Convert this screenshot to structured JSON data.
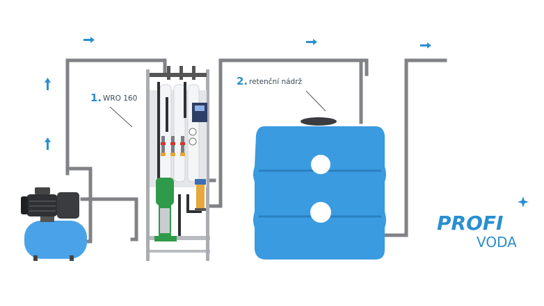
{
  "labels": {
    "unit_number": "1.",
    "unit_name": "WRO 160",
    "tank_number": "2.",
    "tank_name": "retenční nádrž"
  },
  "brand": {
    "line1": "PROFI",
    "line2": "VODA"
  },
  "colors": {
    "pipe": "#808285",
    "arrow": "#2a8fcf",
    "tank": "#3a9be0",
    "tank_dark": "#2a7fc0",
    "vessel": "#4aa3e8",
    "pump_green": "#2f9a4a",
    "brand": "#2a8fcf"
  },
  "icons": [
    "arrow-right-icon",
    "arrow-up-icon",
    "brand-star-icon"
  ]
}
